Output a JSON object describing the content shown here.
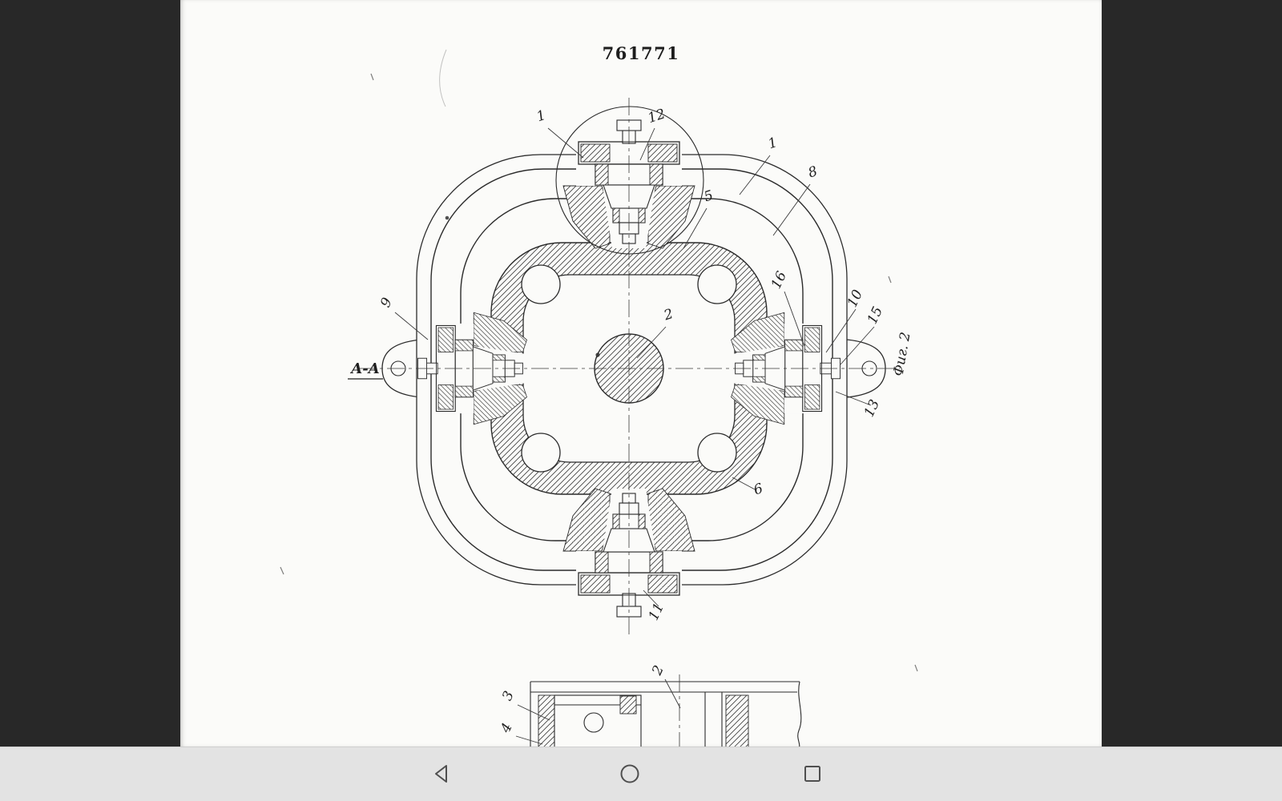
{
  "document": {
    "patent_number": "761771",
    "section_label": "A-A",
    "figure_label": "Фиг. 2",
    "callouts": [
      {
        "label": "1"
      },
      {
        "label": "12"
      },
      {
        "label": "1"
      },
      {
        "label": "8"
      },
      {
        "label": "5"
      },
      {
        "label": "16"
      },
      {
        "label": "10"
      },
      {
        "label": "15"
      },
      {
        "label": "9"
      },
      {
        "label": "2"
      },
      {
        "label": "13"
      },
      {
        "label": "6"
      },
      {
        "label": "11"
      },
      {
        "label": "2"
      },
      {
        "label": "3"
      },
      {
        "label": "4"
      }
    ]
  },
  "colors": {
    "page": "#fbfbf9",
    "ink": "#2b2b2b",
    "backdrop": "#282828",
    "navbar_bg": "#e3e3e3",
    "nav_icon": "#4f4f4f"
  },
  "navbar": {
    "icons": [
      {
        "name": "back-icon"
      },
      {
        "name": "home-icon"
      },
      {
        "name": "recents-icon"
      }
    ]
  }
}
